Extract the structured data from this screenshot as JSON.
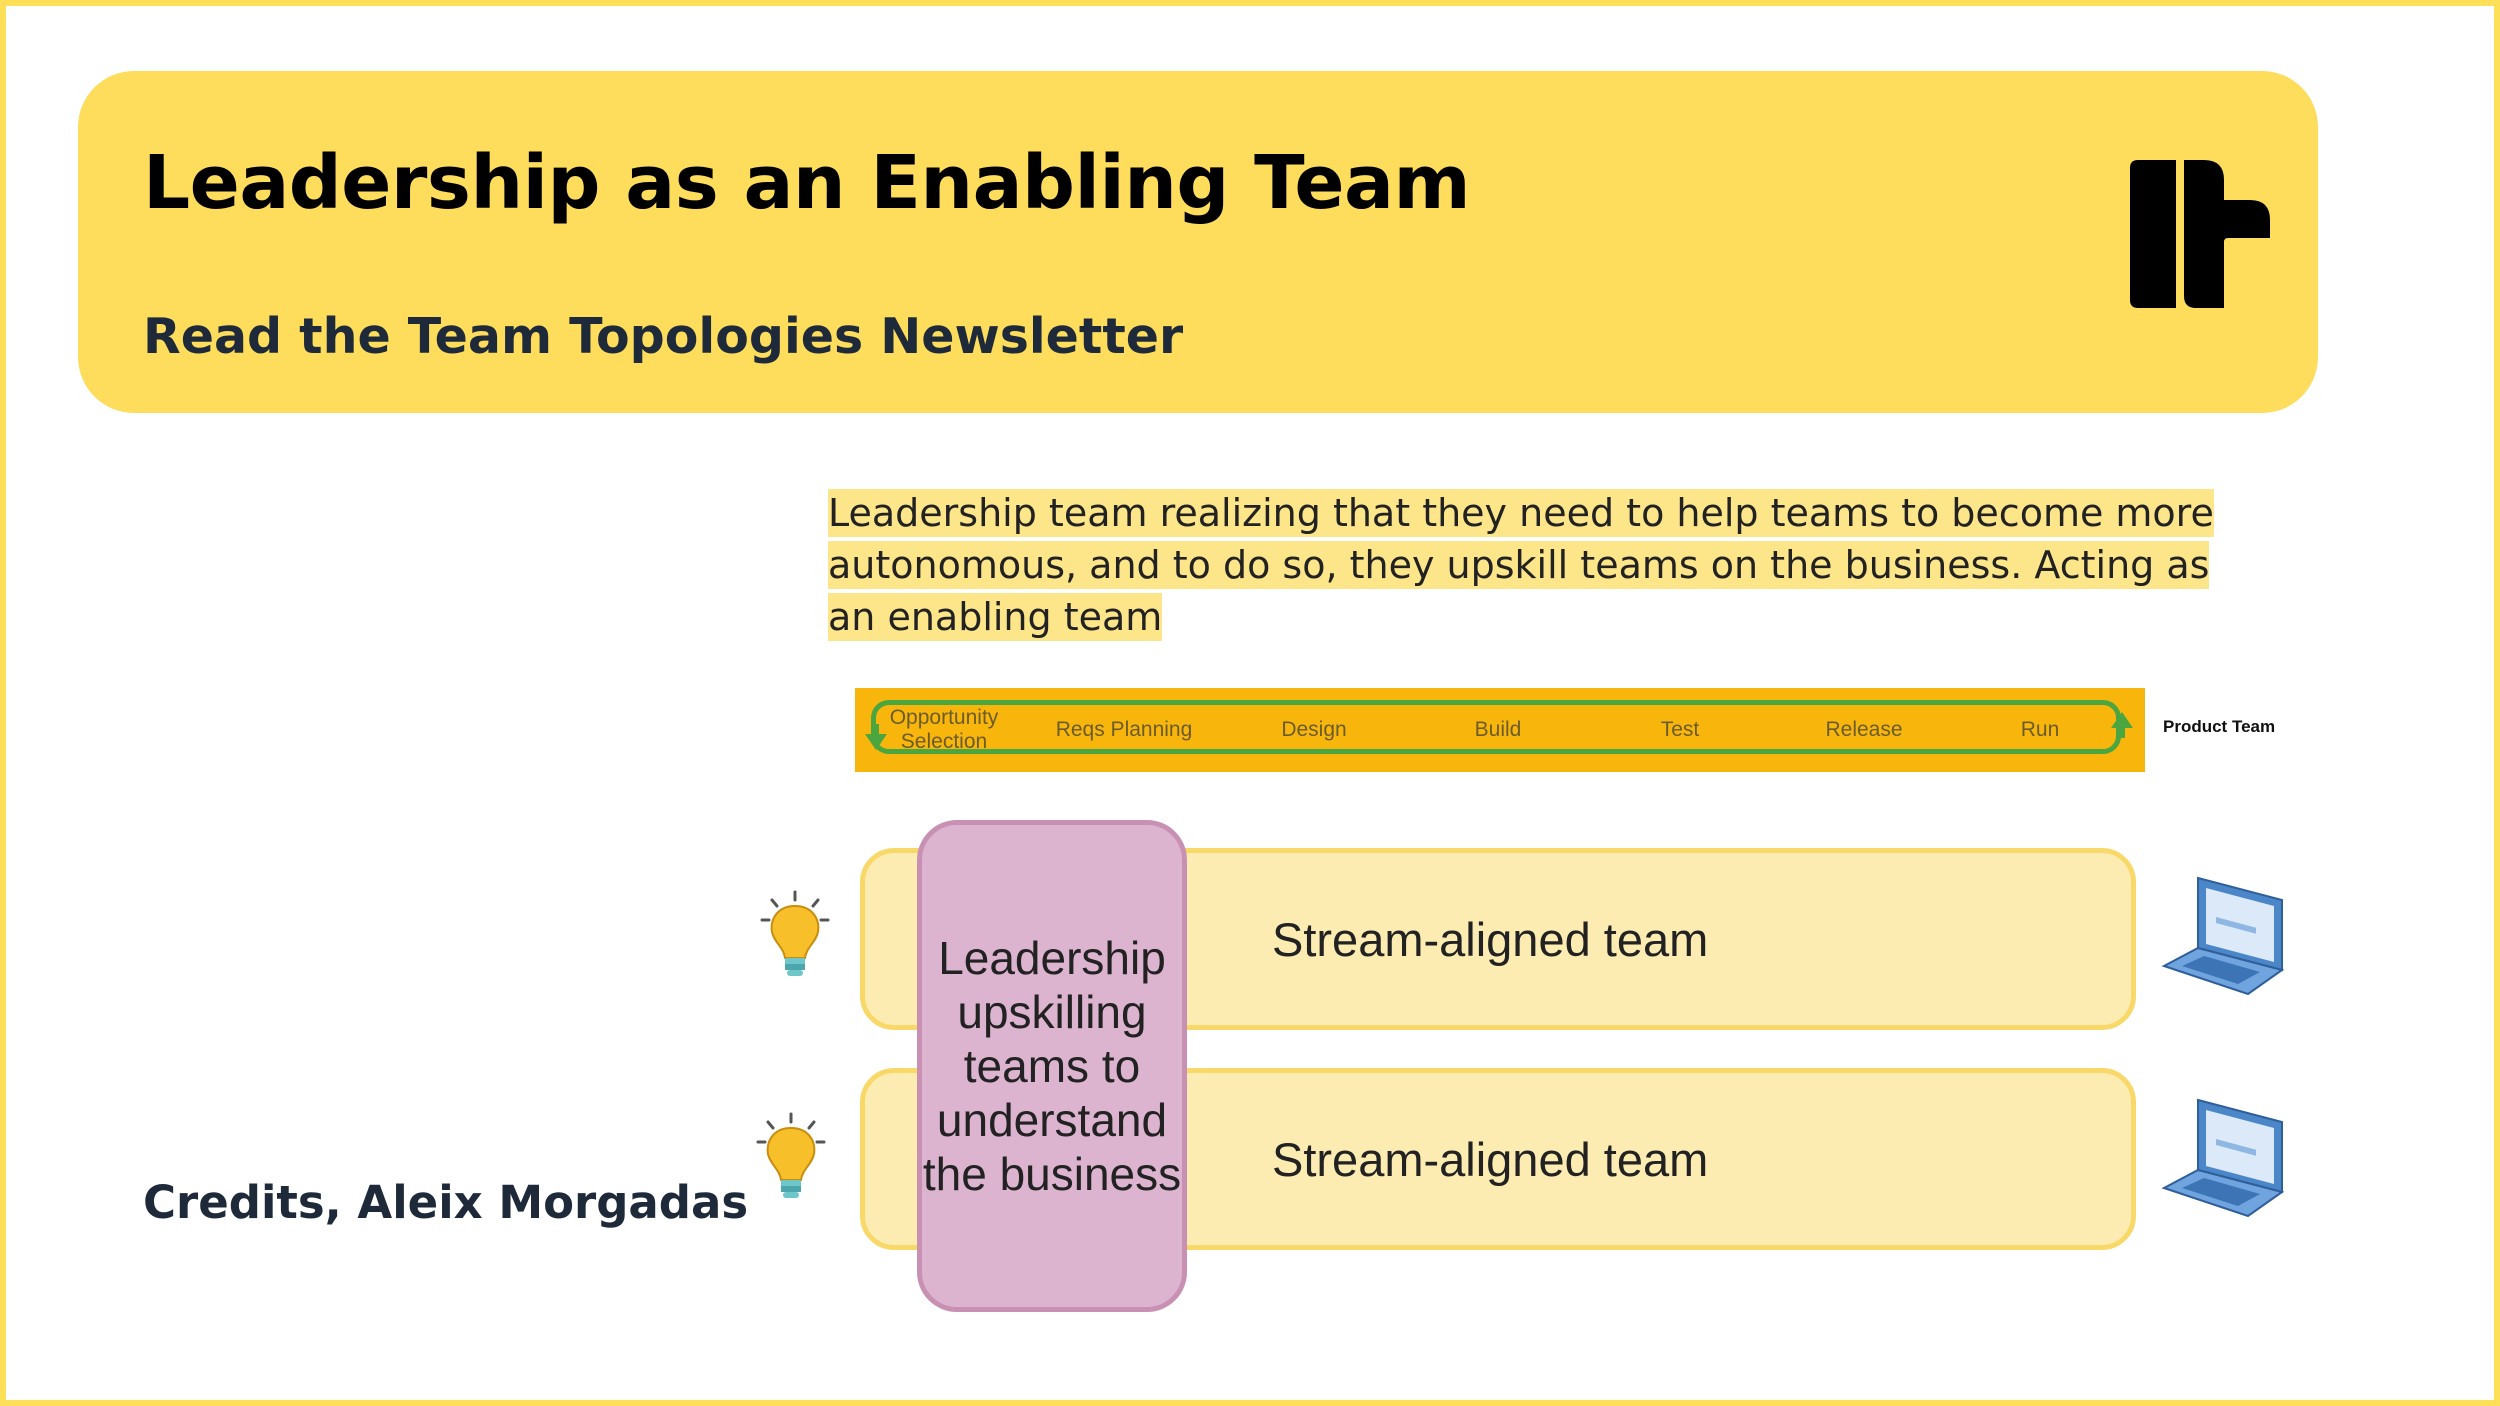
{
  "header": {
    "title": "Leadership as an Enabling Team",
    "subtitle": "Read the Team Topologies Newsletter",
    "logo_icon": "team-topologies-logo"
  },
  "credits": "Credits, Aleix Morgadas",
  "diagram": {
    "description": "Leadership team realizing that they need to help teams to become more autonomous, and to do so, they upskill teams on the business. Acting as an enabling team",
    "value_stream": {
      "stages": [
        "Opportunity Selection",
        "Reqs Planning",
        "Design",
        "Build",
        "Test",
        "Release",
        "Run"
      ],
      "label": "Product Team"
    },
    "enabling_team": "Leadership upskilling teams to understand the business",
    "teams": [
      {
        "label": "Stream-aligned team",
        "left_icon": "lightbulb-icon",
        "right_icon": "laptop-icon"
      },
      {
        "label": "Stream-aligned team",
        "left_icon": "lightbulb-icon",
        "right_icon": "laptop-icon"
      }
    ]
  },
  "colors": {
    "frame": "#fde057",
    "header_bg": "#fddd5b",
    "highlight": "#fde58a",
    "value_stream_bar": "#f8b60c",
    "value_stream_loop": "#4ca640",
    "stream_team_fill": "#fcecb2",
    "stream_team_border": "#f9d86a",
    "enabling_team_fill": "#dcb4cf",
    "enabling_team_border": "#c891b3"
  }
}
